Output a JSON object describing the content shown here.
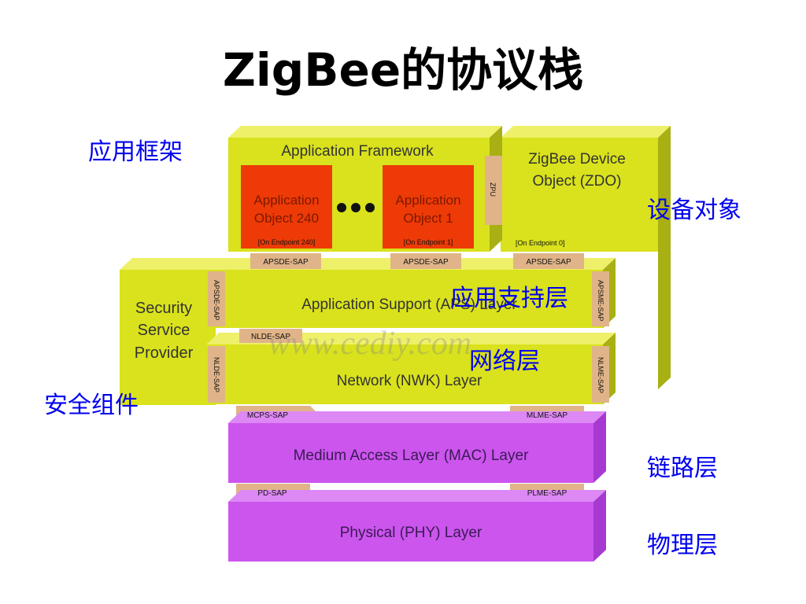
{
  "title": "ZigBee的协议栈",
  "annotations": {
    "app_framework": "应用框架",
    "device_object": "设备对象",
    "aps_layer": "应用支持层",
    "network_layer": "网络层",
    "security": "安全组件",
    "link_layer": "链路层",
    "phy_layer": "物理层"
  },
  "diagram": {
    "app_framework": "Application Framework",
    "app_obj_240_l1": "Application",
    "app_obj_240_l2": "Object 240",
    "app_obj_240_ep": "[On Endpoint 240]",
    "app_obj_1_l1": "Application",
    "app_obj_1_l2": "Object 1",
    "app_obj_1_ep": "[On Endpoint 1]",
    "zpu": "ZPU",
    "zdo_l1": "ZigBee Device",
    "zdo_l2": "Object (ZDO)",
    "zdo_ep": "[On Endpoint 0]",
    "apsde_sap": "APSDE-SAP",
    "apsme_sap": "APSME-SAP",
    "aps_layer": "Application Support (APS) Layer",
    "nlde_sap": "NLDE-SAP",
    "nlme_sap": "NLME-SAP",
    "nwk_layer": "Network (NWK) Layer",
    "security_l1": "Security",
    "security_l2": "Service",
    "security_l3": "Provider",
    "mcps_sap": "MCPS-SAP",
    "mlme_sap": "MLME-SAP",
    "mac_layer": "Medium Access Layer (MAC) Layer",
    "pd_sap": "PD-SAP",
    "plme_sap": "PLME-SAP",
    "phy_layer": "Physical (PHY) Layer",
    "watermark": "www.cediy.com"
  },
  "colors": {
    "yellow_front": "#d9e21c",
    "yellow_top": "#eef06a",
    "yellow_side": "#a8b014",
    "red": "#ee3a06",
    "purple_front": "#cc55ee",
    "purple_top": "#dd88f4",
    "purple_side": "#a63ad0",
    "sap": "#e0b488",
    "annotation": "#0000ee"
  }
}
